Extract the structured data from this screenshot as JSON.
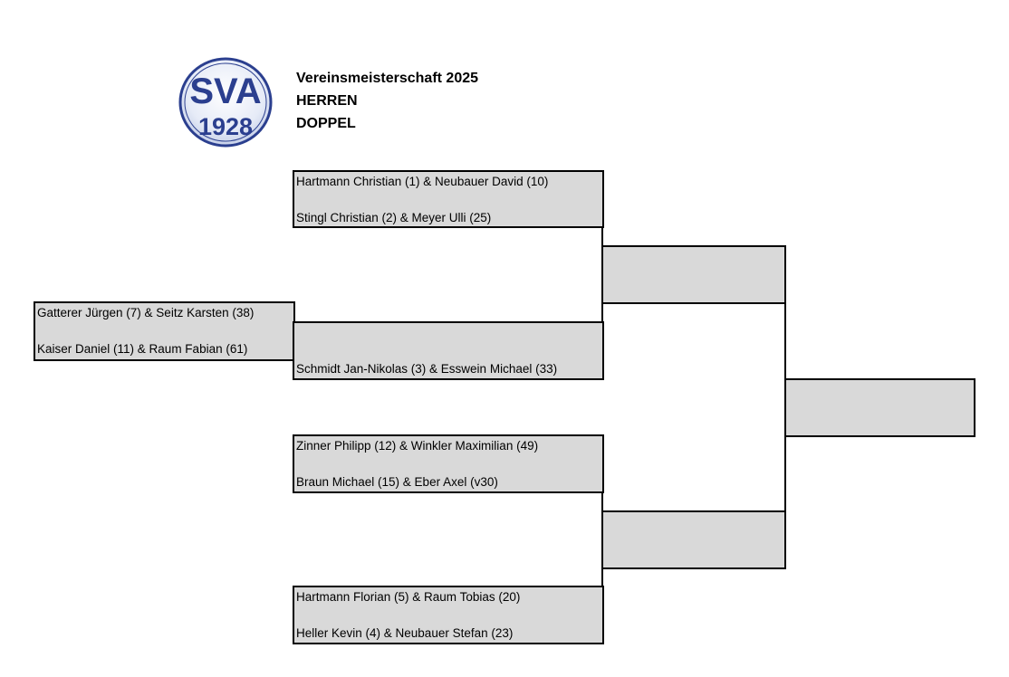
{
  "logo": {
    "text_top": "SVA",
    "text_bottom": "1928",
    "colors": {
      "primary": "#2b3f8f",
      "ring": "#2b3f8f",
      "fill_light": "#dfe6f5"
    }
  },
  "header": {
    "line1": "Vereinsmeisterschaft 2025",
    "line2": "HERREN",
    "line3": "DOPPEL"
  },
  "bracket": {
    "prelim": {
      "team_a": "Gatterer  Jürgen (7) & Seitz Karsten (38)",
      "team_b": "Kaiser Daniel (11) & Raum Fabian (61)"
    },
    "quarter": [
      {
        "team_a": "Hartmann Christian (1) & Neubauer  David (10)",
        "team_b": "Stingl Christian (2) & Meyer Ulli (25)"
      },
      {
        "team_a": "",
        "team_b": "Schmidt Jan-Nikolas (3) & Esswein Michael (33)"
      },
      {
        "team_a": "Zinner Philipp (12) & Winkler Maximilian (49)",
        "team_b": "Braun Michael (15) & Eber Axel (v30)"
      },
      {
        "team_a": "Hartmann Florian (5) & Raum Tobias (20)",
        "team_b": "Heller Kevin (4) & Neubauer  Stefan (23)"
      }
    ],
    "semi": [
      {
        "team": ""
      },
      {
        "team": ""
      }
    ],
    "final": {
      "team": ""
    }
  },
  "colors": {
    "box_fill": "#d9d9d9",
    "border": "#000000"
  }
}
